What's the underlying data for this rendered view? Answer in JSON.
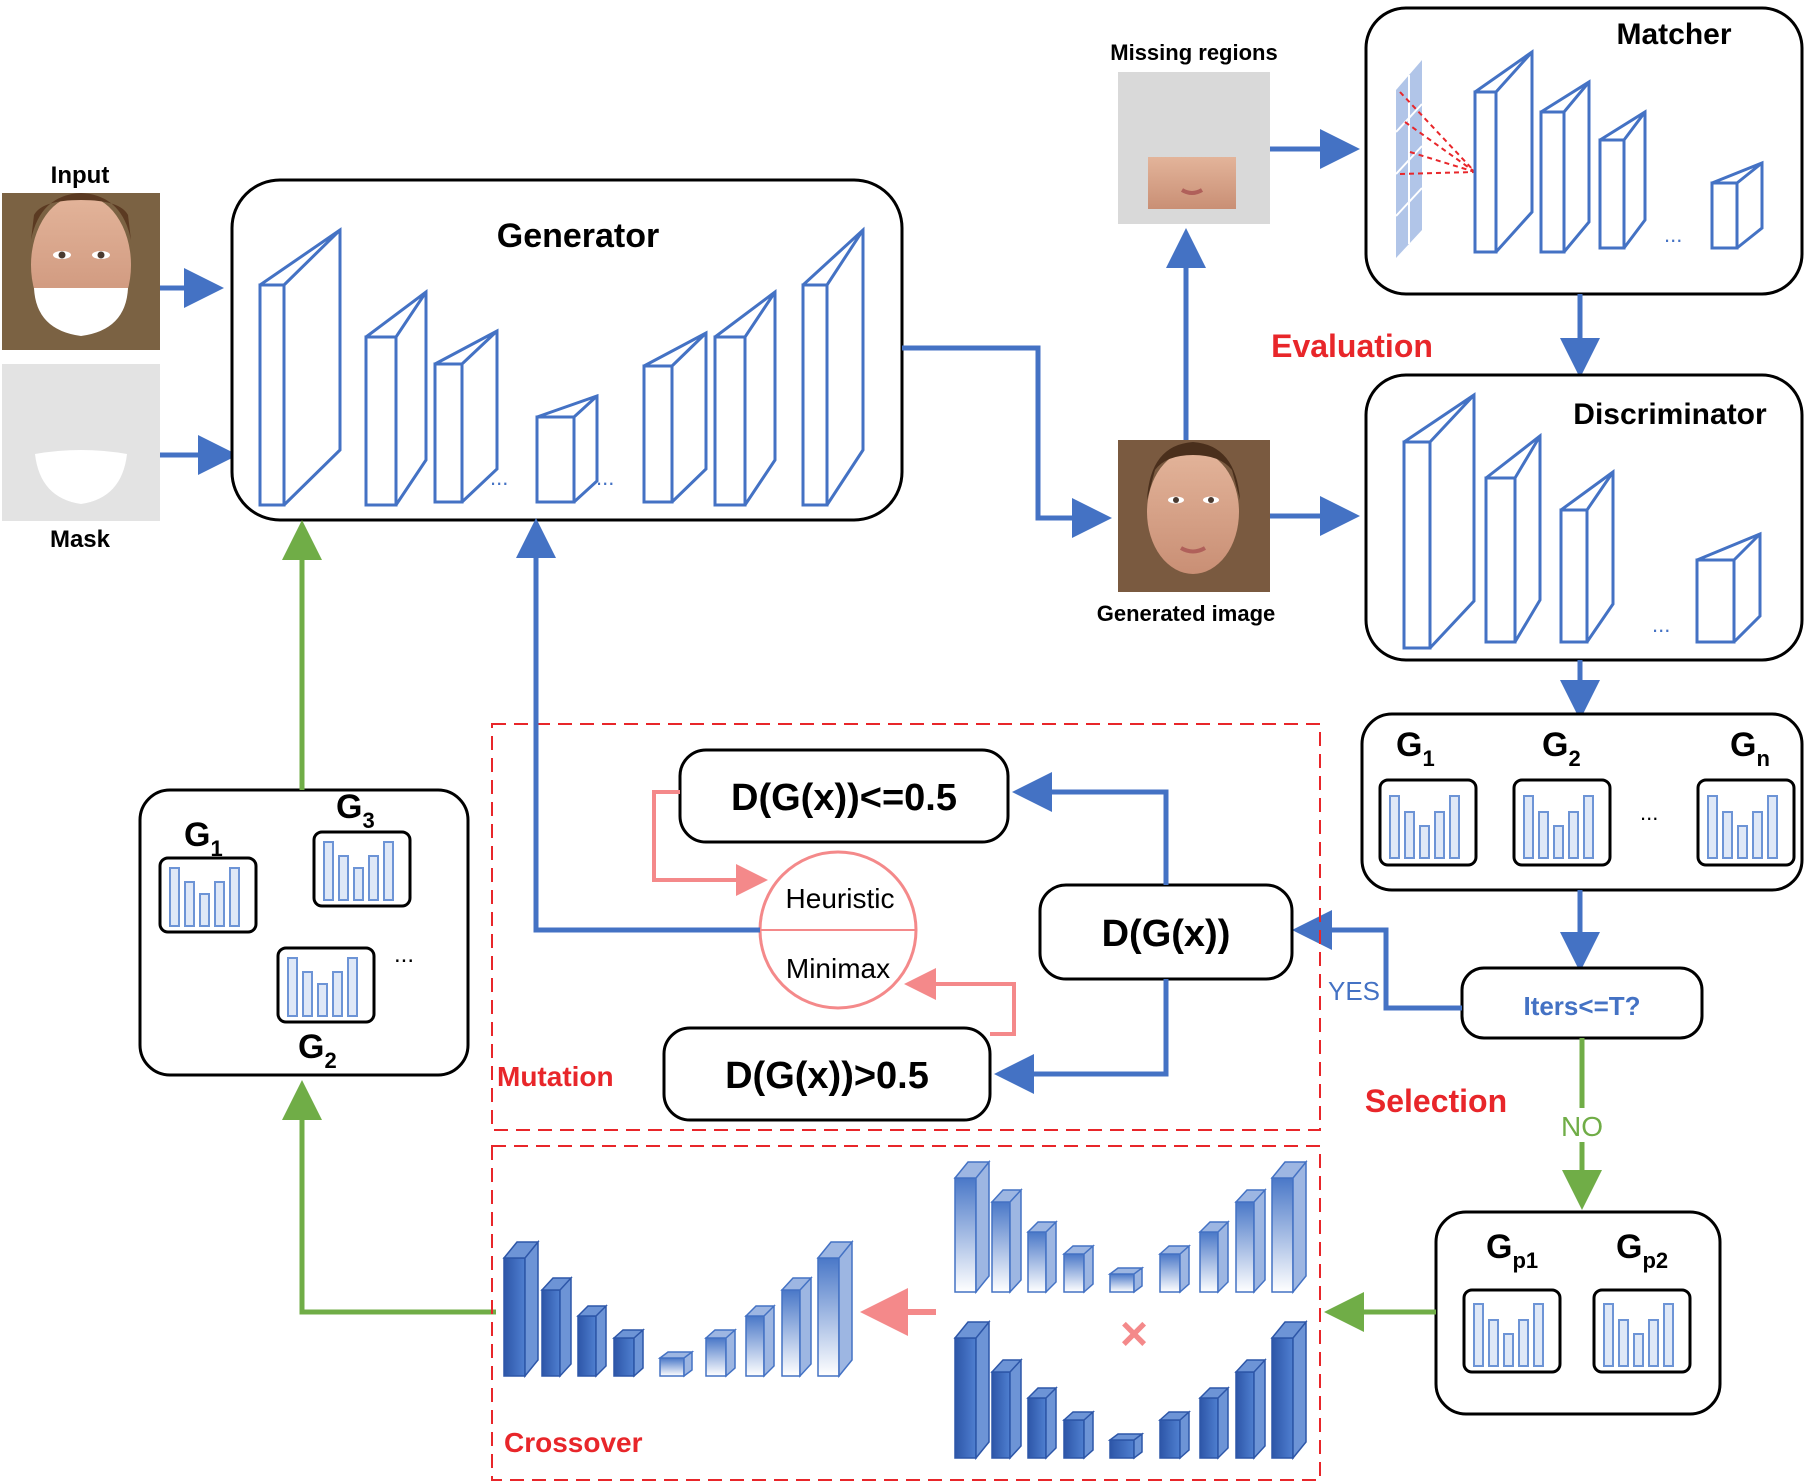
{
  "labels": {
    "input": "Input",
    "mask": "Mask",
    "generator": "Generator",
    "missing_regions": "Missing regions",
    "matcher": "Matcher",
    "evaluation": "Evaluation",
    "discriminator": "Discriminator",
    "generated_image": "Generated image",
    "ellipsis": "...",
    "g_list": [
      "G",
      "G",
      "G"
    ],
    "g_list_subs": [
      "1",
      "2",
      "n"
    ],
    "iters": "Iters<=T?",
    "yes": "YES",
    "no": "NO",
    "selection": "Selection",
    "gp1": "G",
    "gp1_sub": "p1",
    "gp2": "G",
    "gp2_sub": "p2",
    "dgx": "D(G(x))",
    "dgx_le": "D(G(x))<=0.5",
    "dgx_gt": "D(G(x))>0.5",
    "heuristic": "Heuristic",
    "minimax": "Minimax",
    "mutation": "Mutation",
    "crossover": "Crossover",
    "pop_g1": "G",
    "pop_g1_sub": "1",
    "pop_g3": "G",
    "pop_g3_sub": "3",
    "pop_g2": "G",
    "pop_g2_sub": "2",
    "cross_mark": "×"
  },
  "colors": {
    "blue": "#4472c4",
    "green": "#70ad47",
    "red": "#e8262a",
    "pink": "#f4898a"
  }
}
